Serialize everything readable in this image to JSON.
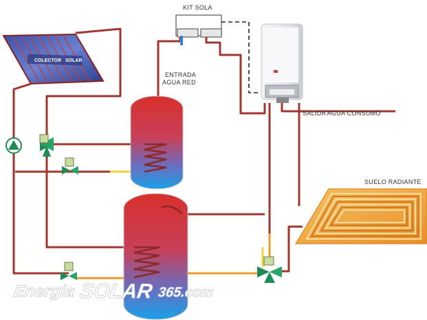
{
  "labels": {
    "top_label": "KIT SOLA",
    "entrada_line1": "ENTRADA",
    "entrada_line2": "AGUA RED",
    "salida": "SALIDA AGUA CONSUMO",
    "suelo": "SUELO RADIANTE",
    "panel_line1": "COLECTOR",
    "panel_line2": "SOLAR"
  },
  "watermark": {
    "part1": "Energia",
    "part2": "SOLAR",
    "part3": "365.com"
  },
  "colors": {
    "pipe_red": "#a0362e",
    "pipe_orange": "#e89a2a",
    "pipe_yellow": "#f2d23a",
    "tank_hot": "#e0342c",
    "tank_cold": "#1aa0e8",
    "valve_green": "#1f8a55",
    "valve_box": "#c9dca0"
  }
}
